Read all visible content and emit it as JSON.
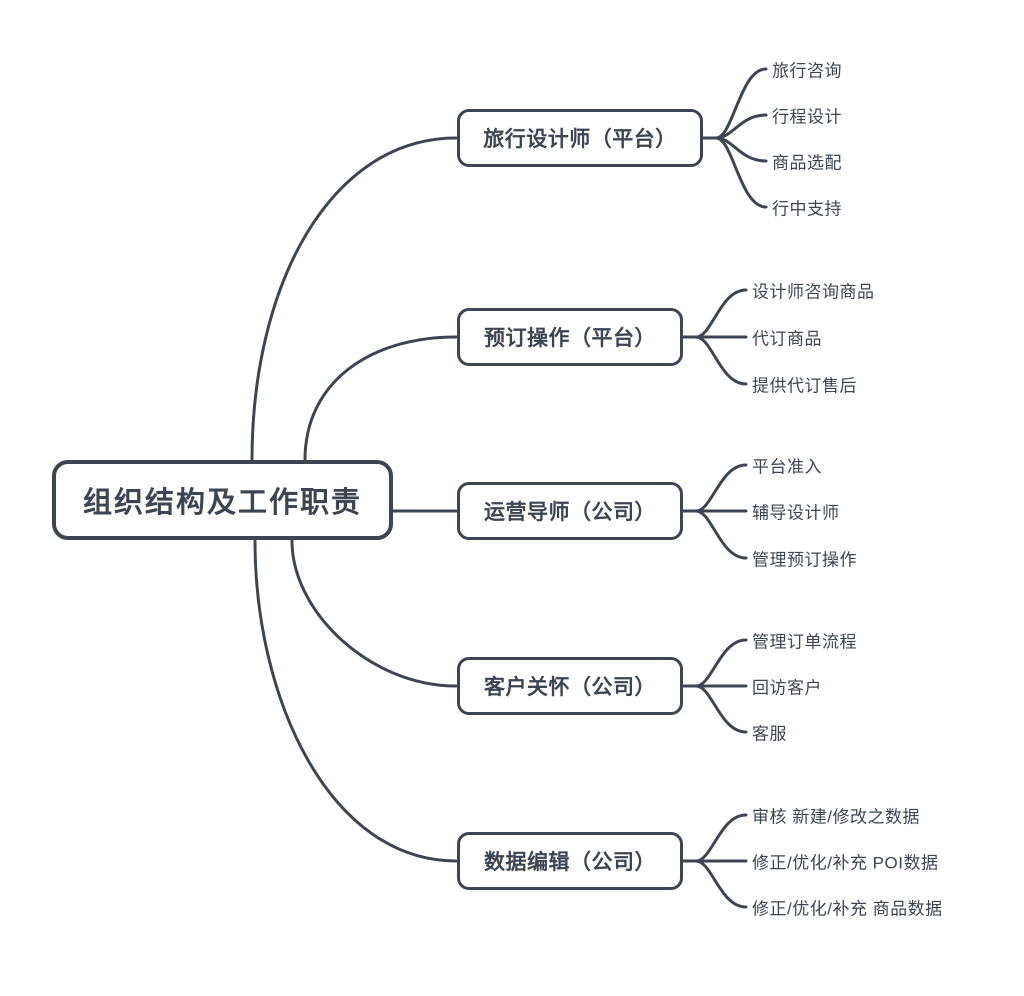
{
  "title": "组织结构及工作职责",
  "colors": {
    "stroke": "#3e4552",
    "text": "#3e4552",
    "background": "#ffffff"
  },
  "root": {
    "label": "组织结构及工作职责"
  },
  "branches": [
    {
      "label": "旅行设计师（平台）",
      "children": [
        "旅行咨询",
        "行程设计",
        "商品选配",
        "行中支持"
      ]
    },
    {
      "label": "预订操作（平台）",
      "children": [
        "设计师咨询商品",
        "代订商品",
        "提供代订售后"
      ]
    },
    {
      "label": "运营导师（公司）",
      "children": [
        "平台准入",
        "辅导设计师",
        "管理预订操作"
      ]
    },
    {
      "label": "客户关怀（公司）",
      "children": [
        "管理订单流程",
        "回访客户",
        "客服"
      ]
    },
    {
      "label": "数据编辑（公司）",
      "children": [
        "审核 新建/修改之数据",
        "修正/优化/补充 POI数据",
        "修正/优化/补充 商品数据"
      ]
    }
  ]
}
